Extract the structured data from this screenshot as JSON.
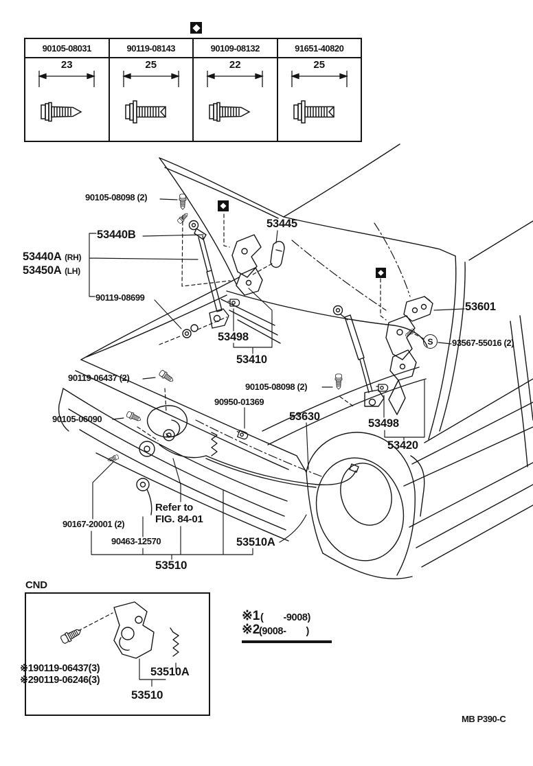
{
  "fastener_table": {
    "columns": [
      {
        "part_number": "90105-08031",
        "length": "23"
      },
      {
        "part_number": "90119-08143",
        "length": "25"
      },
      {
        "part_number": "90109-08132",
        "length": "22"
      },
      {
        "part_number": "91651-40820",
        "length": "25"
      }
    ]
  },
  "diagram": {
    "labels": {
      "bolt_top": "90105-08098 (2)",
      "rod": "53440B",
      "support_rh": "53440A",
      "support_rh_side": "(RH)",
      "support_lh": "53450A",
      "support_lh_side": "(LH)",
      "grommet": "90119-08699",
      "stopper": "53445",
      "hook": "53601",
      "screw_s": "93567-55016 (2)",
      "clip_left": "53498",
      "hinge_left": "53410",
      "bolt_lock_upper": "90119-06437 (2)",
      "bolt_right": "90105-08098 (2)",
      "spring_clip": "90950-01369",
      "cable": "53630",
      "bolt_lock_lower": "90105-06090",
      "clip_right": "53498",
      "hinge_right": "53420",
      "screw_lock": "90167-20001 (2)",
      "refer_line1": "Refer to",
      "refer_line2": "FIG. 84-01",
      "spring": "90463-12570",
      "lock_spring": "53510A",
      "lock": "53510",
      "s_symbol": "S"
    }
  },
  "cnd": {
    "title": "CND",
    "note1": "※190119-06437(3)",
    "note2": "※290119-06246(3)",
    "lock_spring": "53510A",
    "lock": "53510"
  },
  "legend": {
    "mark1": "※1",
    "range1": "(        -9008)",
    "mark2": "※2",
    "range2": "(9008-        )"
  },
  "footer": {
    "code": "MB P390-C"
  }
}
